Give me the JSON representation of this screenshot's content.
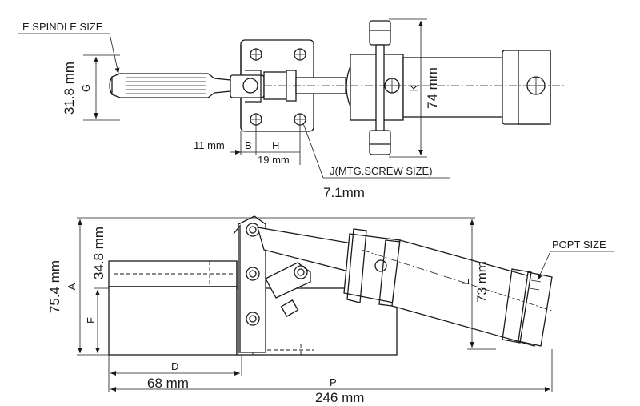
{
  "top_view": {
    "spindle_label": "E SPINDLE SIZE",
    "g_letter": "G",
    "g_value": "31.8 mm",
    "k_letter": "K",
    "k_value": "74 mm",
    "b_letter": "B",
    "h_letter": "H",
    "b_value": "11 mm",
    "h_value": "19 mm",
    "screw_label": "J(MTG.SCREW  SIZE)",
    "screw_value": "7.1mm"
  },
  "side_view": {
    "a_letter": "A",
    "a_value": "75.4 mm",
    "f_letter": "F",
    "f_value": "34.8 mm",
    "d_letter": "D",
    "d_value": "68 mm",
    "p_letter": "P",
    "p_value": "246 mm",
    "l_letter": "L",
    "l_value": "73 mm",
    "popt_label": "POPT SIZE"
  }
}
